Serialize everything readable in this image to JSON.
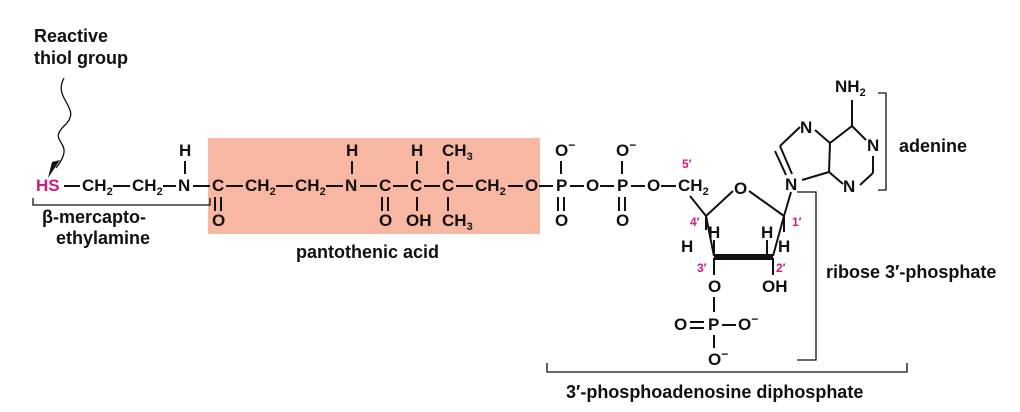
{
  "labels": {
    "reactive_l1": "Reactive",
    "reactive_l2": "thiol group",
    "beta_l1": "β-mercapto-",
    "beta_l2": "ethylamine",
    "pantothenic": "pantothenic acid",
    "adenine": "adenine",
    "ribose": "ribose 3′-phosphate",
    "phosphoadenosine": "3′-phosphoadenosine diphosphate"
  },
  "atoms": {
    "HS": "HS",
    "CH2": "CH",
    "sub2": "2",
    "N": "N",
    "H": "H",
    "C": "C",
    "O": "O",
    "OH": "OH",
    "CH3": "CH",
    "sub3": "3",
    "P": "P",
    "Ominus": "O",
    "minus": "−",
    "NH2": "NH"
  },
  "positions": {
    "p5": "5′",
    "p4": "4′",
    "p3": "3′",
    "p2": "2′",
    "p1": "1′"
  },
  "colors": {
    "highlight_fill": "#f8b7a3",
    "thiol_color": "#d6177e",
    "position_color": "#d6177e"
  }
}
